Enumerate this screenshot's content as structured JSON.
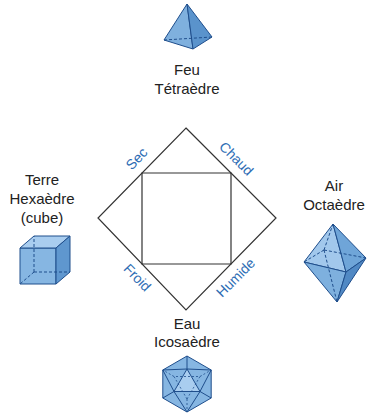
{
  "diagram": {
    "labels": [
      "Feu",
      "Tétraèdre",
      "Sec",
      "Chaud",
      "Terre",
      "Hexaèdre",
      "(cube)",
      "Air",
      "Octaèdre",
      "Froid",
      "Humide",
      "Eau",
      "Icosaèdre"
    ]
  }
}
